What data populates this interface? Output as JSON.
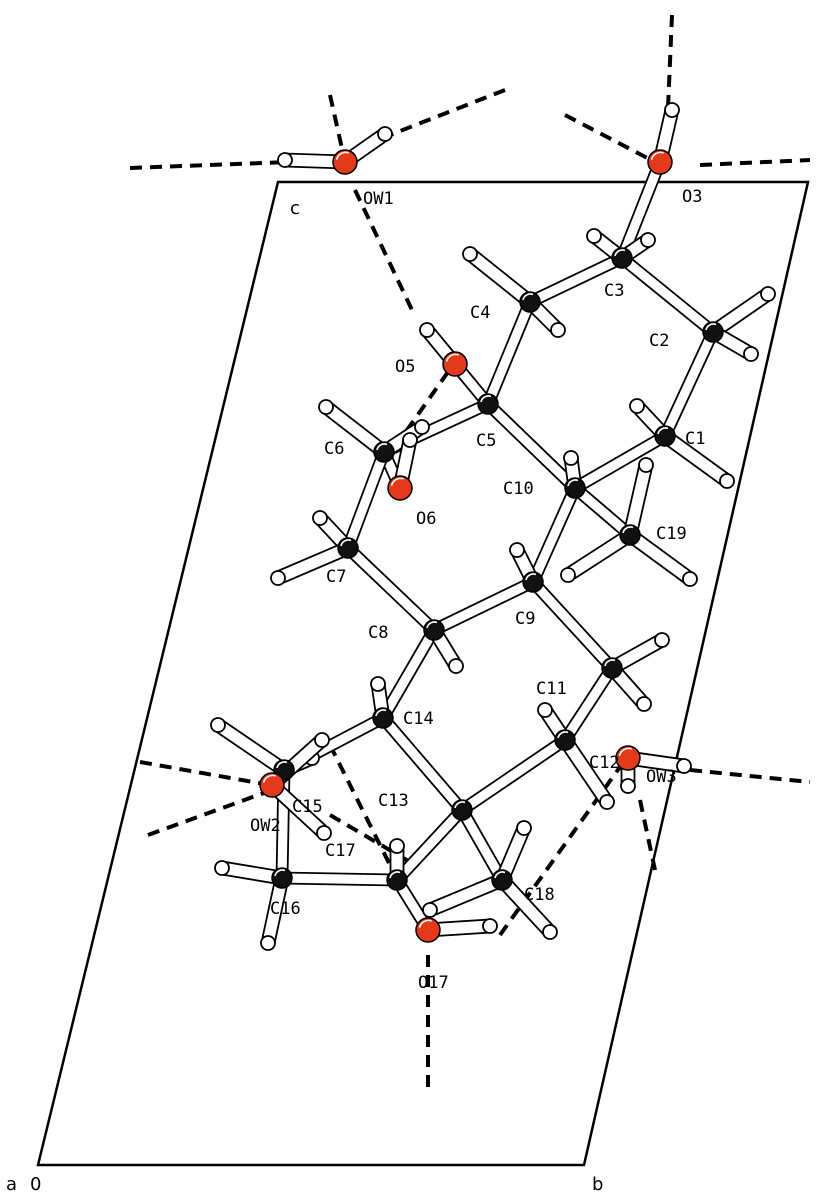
{
  "figure": {
    "atom_labels": [
      "OW1",
      "O3",
      "C3",
      "C4",
      "C2",
      "O5",
      "C5",
      "C1",
      "C6",
      "C10",
      "O6",
      "C19",
      "C7",
      "C9",
      "C8",
      "C11",
      "C14",
      "C12",
      "C15",
      "C13",
      "C17",
      "C18",
      "C16",
      "O17",
      "OW3",
      "OW2"
    ],
    "axis_labels": {
      "a": "a",
      "origin": "0",
      "b": "b",
      "c": "c"
    },
    "colors": {
      "oxygen": "#e23a1a",
      "carbon": "#111111",
      "bond": "#000000",
      "background": "#ffffff"
    }
  }
}
